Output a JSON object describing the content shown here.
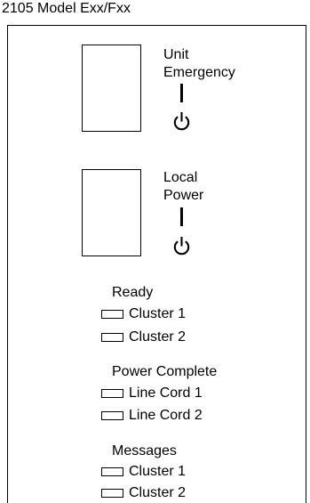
{
  "model_label": "2105 Model Exx/Fxx",
  "switches": [
    {
      "label_lines": [
        "Unit",
        "Emergency"
      ],
      "icon": "power-icon"
    },
    {
      "label_lines": [
        "Local",
        "Power"
      ],
      "icon": "power-icon"
    }
  ],
  "indicator_groups": [
    {
      "heading": "Ready",
      "items": [
        "Cluster 1",
        "Cluster 2"
      ]
    },
    {
      "heading": "Power Complete",
      "items": [
        "Line Cord 1",
        "Line Cord 2"
      ]
    },
    {
      "heading": "Messages",
      "items": [
        "Cluster 1",
        "Cluster 2"
      ]
    }
  ]
}
